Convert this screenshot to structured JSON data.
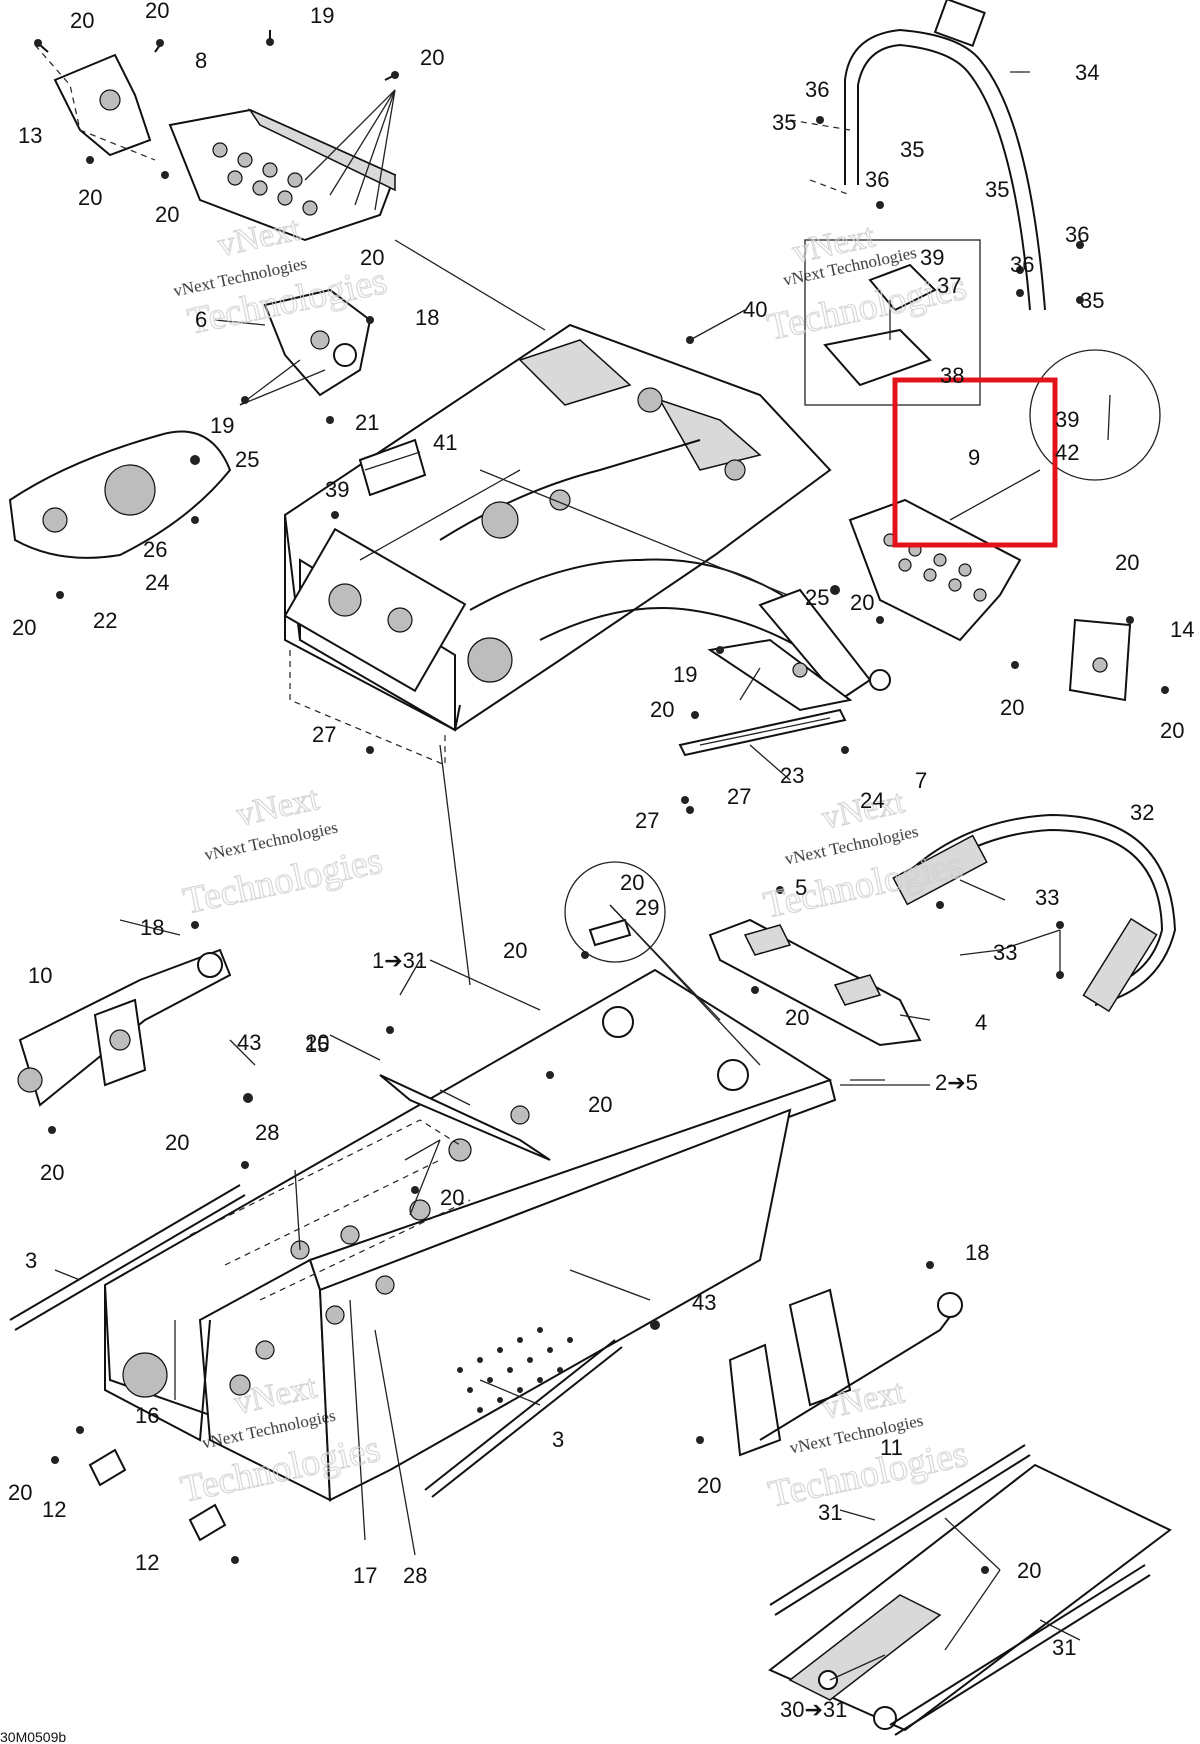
{
  "figure_code": "30M0509b",
  "watermark": {
    "line1": "vNext",
    "line2": "vNext Technologies",
    "line3": "Technologies"
  },
  "highlight_color": "#e3131b",
  "callouts": {
    "c20a": "20",
    "c20b": "20",
    "c19a": "19",
    "c8": "8",
    "c20c": "20",
    "c13": "13",
    "c20d": "20",
    "c20e": "20",
    "c20f": "20",
    "c6": "6",
    "c18a": "18",
    "c19b": "19",
    "c21": "21",
    "c40": "40",
    "c41": "41",
    "c39a": "39",
    "c25a": "25",
    "c26": "26",
    "c24a": "24",
    "c20g": "20",
    "c22": "22",
    "c27a": "27",
    "c34": "34",
    "c36a": "36",
    "c35a": "35",
    "c35b": "35",
    "c36b": "36",
    "c35c": "35",
    "c36c": "36",
    "c36d": "36",
    "c35d": "35",
    "c39b": "39",
    "c37": "37",
    "c38": "38",
    "c39c": "39",
    "c42": "42",
    "c9": "9",
    "c25b": "25",
    "c20h": "20",
    "c20i": "20",
    "c14": "14",
    "c19c": "19",
    "c20j": "20",
    "c20k": "20",
    "c20l": "20",
    "c23": "23",
    "c24b": "24",
    "c7": "7",
    "c27b": "27",
    "c27c": "27",
    "c32": "32",
    "c5": "5",
    "c33a": "33",
    "c33b": "33",
    "c18b": "18",
    "c10": "10",
    "c20m": "20",
    "c20n": "20",
    "c29": "29",
    "c1to31": "1➔31",
    "c20o": "20",
    "c4": "4",
    "c20p": "20",
    "c43a": "43",
    "c15": "15",
    "c20q": "20",
    "c2to5": "2➔5",
    "c20r": "20",
    "c28a": "28",
    "c20s": "20",
    "c3a": "3",
    "c16": "16",
    "c17": "17",
    "c28b": "28",
    "c3b": "3",
    "c43b": "43",
    "c20t": "20",
    "c12a": "12",
    "c12b": "12",
    "c20u": "20",
    "c18c": "18",
    "c11": "11",
    "c20v": "20",
    "c31a": "31",
    "c20w": "20",
    "c31b": "31",
    "c30to31": "30➔31"
  }
}
